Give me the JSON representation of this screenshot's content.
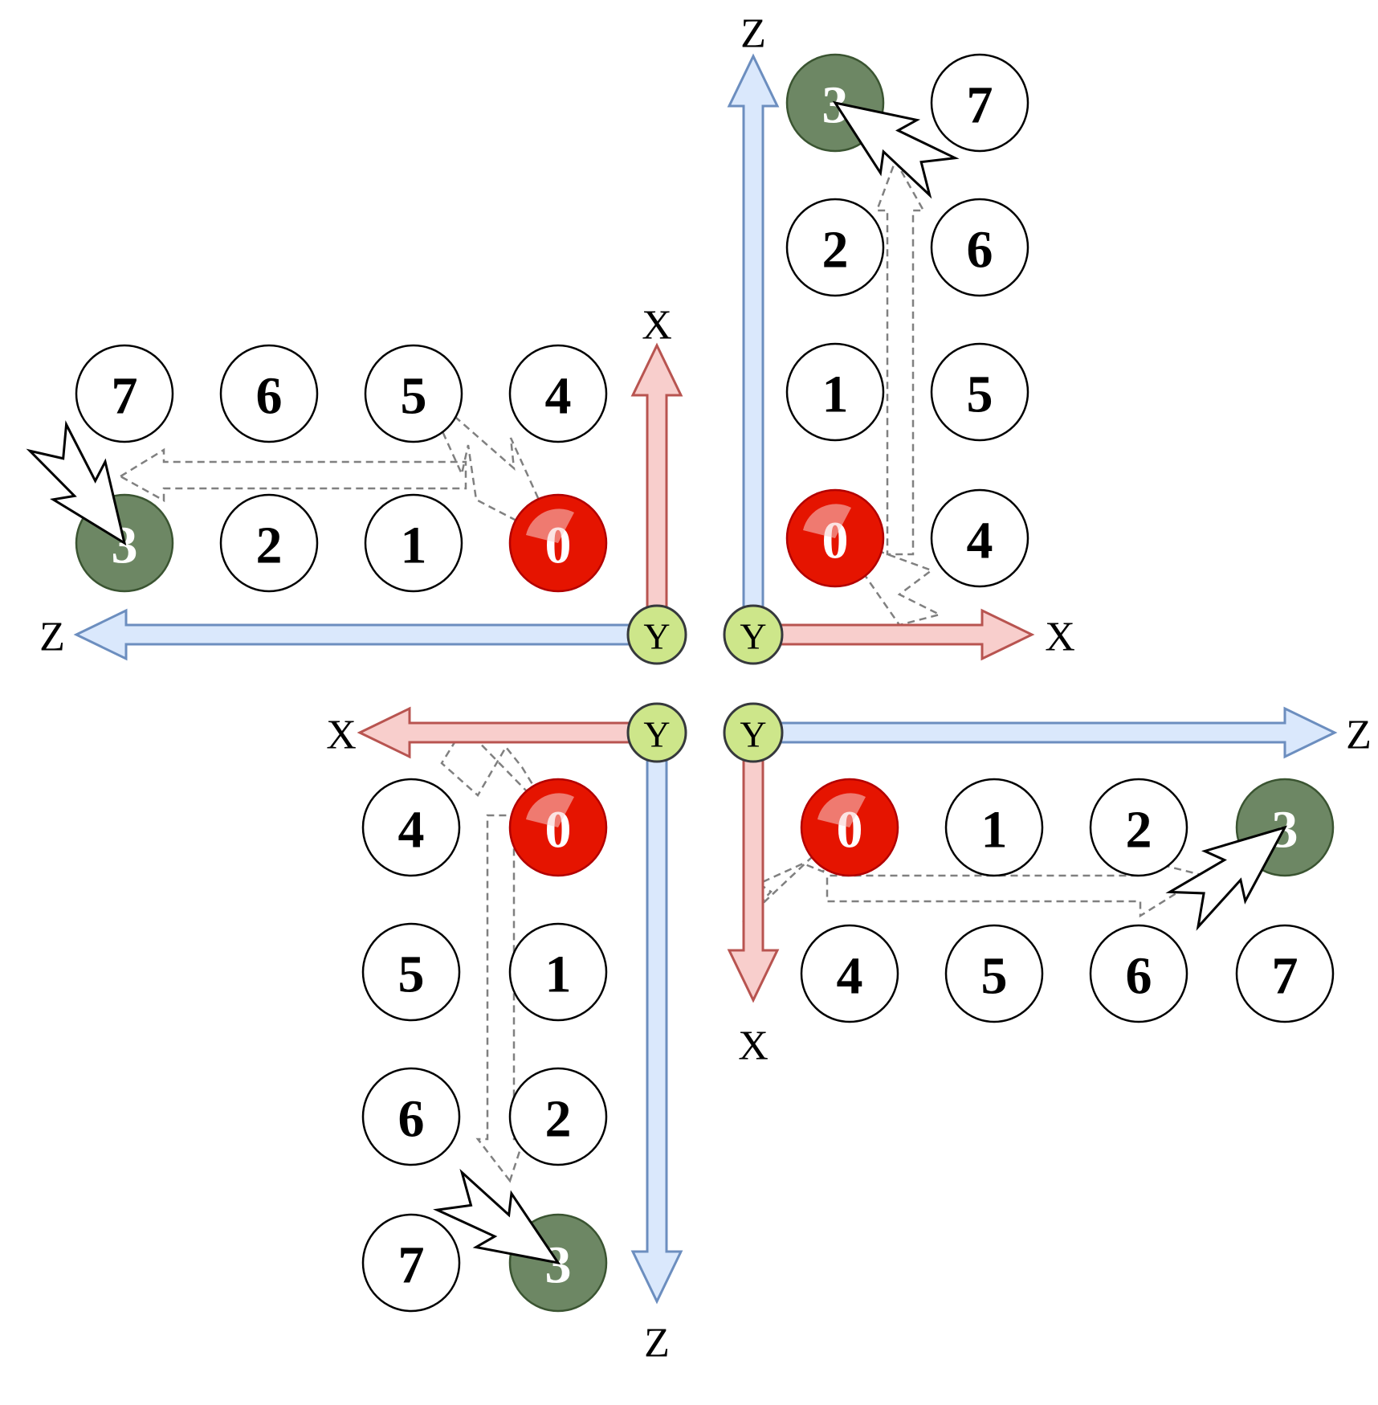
{
  "colors": {
    "x_axis_fill": "#f8cecc",
    "x_axis_stroke": "#b85450",
    "z_axis_fill": "#dae8fc",
    "z_axis_stroke": "#6c8ebf",
    "y_fill": "#cde68a",
    "y_stroke": "#36393d",
    "start_node": "#e51400",
    "end_node": "#6d8764",
    "plain_node": "#ffffff",
    "dashed_path": "#808080"
  },
  "icons": {
    "cursor": "mouse-pointer-arrow-icon"
  },
  "quadrants": [
    {
      "id": "top-left",
      "y_label": "Y",
      "x_label": "X",
      "z_label": "Z",
      "grid": [
        [
          "7",
          "6",
          "5",
          "4"
        ],
        [
          "3",
          "2",
          "1",
          "0"
        ]
      ],
      "start": "0",
      "end": "3"
    },
    {
      "id": "top-right",
      "y_label": "Y",
      "x_label": "X",
      "z_label": "Z",
      "grid": [
        [
          "3",
          "7"
        ],
        [
          "2",
          "6"
        ],
        [
          "1",
          "5"
        ],
        [
          "0",
          "4"
        ]
      ],
      "start": "0",
      "end": "3"
    },
    {
      "id": "bottom-left",
      "y_label": "Y",
      "x_label": "X",
      "z_label": "Z",
      "grid": [
        [
          "4",
          "0"
        ],
        [
          "5",
          "1"
        ],
        [
          "6",
          "2"
        ],
        [
          "7",
          "3"
        ]
      ],
      "start": "0",
      "end": "3"
    },
    {
      "id": "bottom-right",
      "y_label": "Y",
      "x_label": "X",
      "z_label": "Z",
      "grid": [
        [
          "0",
          "1",
          "2",
          "3"
        ],
        [
          "4",
          "5",
          "6",
          "7"
        ]
      ],
      "start": "0",
      "end": "3"
    }
  ]
}
